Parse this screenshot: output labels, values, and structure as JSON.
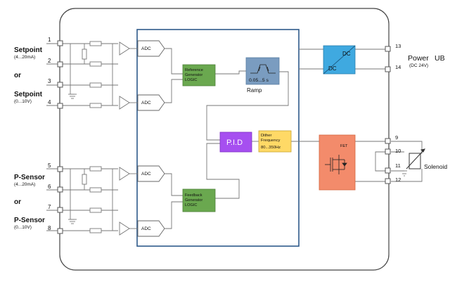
{
  "left_labels": {
    "setpoint_1": "Setpoint",
    "setpoint_1_range": "(4...20mA)",
    "or_1": "or",
    "setpoint_2": "Setpoint",
    "setpoint_2_range": "(0...10V)",
    "psensor_1": "P-Sensor",
    "psensor_1_range": "(4...20mA)",
    "or_2": "or",
    "psensor_2": "P-Sensor",
    "psensor_2_range": "(0...10V)"
  },
  "pins_left": [
    "1",
    "2",
    "3",
    "4",
    "5",
    "6",
    "7",
    "8"
  ],
  "pins_right": [
    "13",
    "14",
    "9",
    "10",
    "11",
    "12"
  ],
  "blocks": {
    "adc": "ADC",
    "reference_generator": [
      "Reference",
      "Generator",
      "LOGIC"
    ],
    "feedback_generator": [
      "Feedback",
      "Generator",
      "LOGIC"
    ],
    "ramp_value": "0.05...5 s",
    "ramp_label": "Ramp",
    "pid": "P.I.D",
    "dither": [
      "Dither",
      "Frequency",
      "80...350Hz"
    ],
    "dc_top": "DC",
    "dc_bottom": "DC",
    "fet": "FET"
  },
  "right_labels": {
    "power": "Power",
    "power_ub": "UB",
    "power_spec": "(DC 24V)",
    "solenoid": "Solenoid"
  },
  "colors": {
    "green": "#6aa84f",
    "ramp_blue": "#7a9cc0",
    "pid_purple": "#a64ff0",
    "dither_yellow": "#ffd966",
    "dc_blue": "#3fa9e0",
    "fet_orange": "#f38b6b",
    "frame_blue": "#2e5a8a"
  }
}
